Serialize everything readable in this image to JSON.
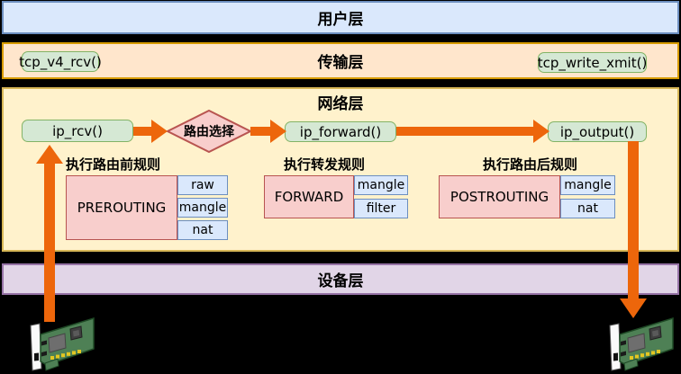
{
  "title": "Linux netfilter packet flow diagram",
  "colors": {
    "background": "#000000",
    "user_fill": "#dae8fc",
    "user_border": "#6c8ebf",
    "transport_fill": "#ffe6cc",
    "transport_border": "#d79b00",
    "network_fill": "#fff2cc",
    "network_border": "#d6b656",
    "device_fill": "#e1d5e7",
    "device_border": "#9673a6",
    "fn_fill": "#d5e8d4",
    "fn_border": "#82b366",
    "chain_fill": "#f8cecc",
    "chain_border": "#b85450",
    "cell_fill": "#dae8fc",
    "cell_border": "#6c8ebf",
    "arrow": "#ed660b"
  },
  "layers": {
    "user": {
      "title": "用户层"
    },
    "transport": {
      "title": "传输层",
      "receive_function": "tcp_v4_rcv()",
      "transmit_function": "tcp_write_xmit()"
    },
    "network": {
      "title": "网络层",
      "nodes": {
        "ip_rcv": "ip_rcv()",
        "route_decision": "路由选择",
        "ip_forward": "ip_forward()",
        "ip_output": "ip_output()"
      },
      "rule_groups": [
        {
          "caption": "执行路由前规则",
          "chain": "PREROUTING",
          "tables": [
            "raw",
            "mangle",
            "nat"
          ]
        },
        {
          "caption": "执行转发规则",
          "chain": "FORWARD",
          "tables": [
            "mangle",
            "filter"
          ]
        },
        {
          "caption": "执行路由后规则",
          "chain": "POSTROUTING",
          "tables": [
            "mangle",
            "nat"
          ]
        }
      ]
    },
    "device": {
      "title": "设备层"
    }
  },
  "icons": {
    "nic_left": "network-card-icon",
    "nic_right": "network-card-icon"
  }
}
